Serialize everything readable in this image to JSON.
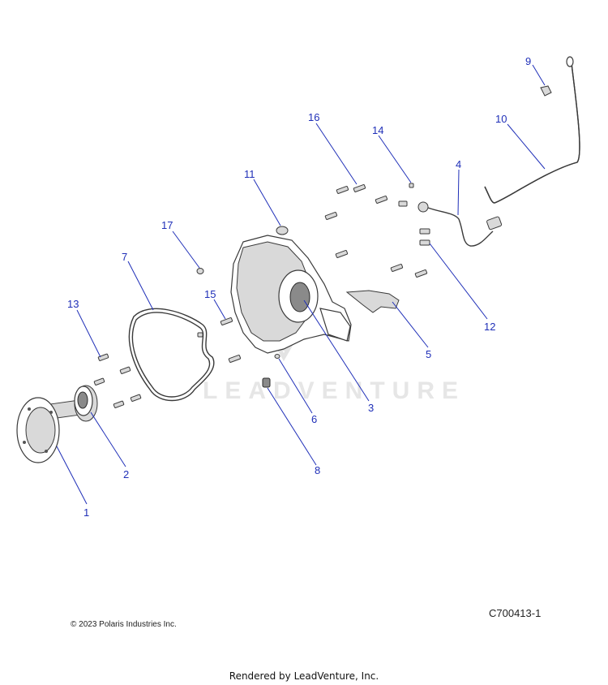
{
  "diagram": {
    "watermark": "LEADVENTURE",
    "callouts": [
      {
        "id": "1",
        "label": "1"
      },
      {
        "id": "2",
        "label": "2"
      },
      {
        "id": "3",
        "label": "3"
      },
      {
        "id": "4",
        "label": "4"
      },
      {
        "id": "5",
        "label": "5"
      },
      {
        "id": "6",
        "label": "6"
      },
      {
        "id": "7",
        "label": "7"
      },
      {
        "id": "8",
        "label": "8"
      },
      {
        "id": "9",
        "label": "9"
      },
      {
        "id": "10",
        "label": "10"
      },
      {
        "id": "11",
        "label": "11"
      },
      {
        "id": "12",
        "label": "12"
      },
      {
        "id": "13",
        "label": "13"
      },
      {
        "id": "14",
        "label": "14"
      },
      {
        "id": "15",
        "label": "15"
      },
      {
        "id": "16",
        "label": "16"
      },
      {
        "id": "17",
        "label": "17"
      }
    ]
  },
  "copyright": "© 2023 Polaris Industries Inc.",
  "figure_code": "C700413-1",
  "footer": "Rendered by LeadVenture, Inc.",
  "colors": {
    "callout": "#1f2fb8",
    "line_art": "#3a3a3a",
    "watermark": "#e6e6e6"
  }
}
